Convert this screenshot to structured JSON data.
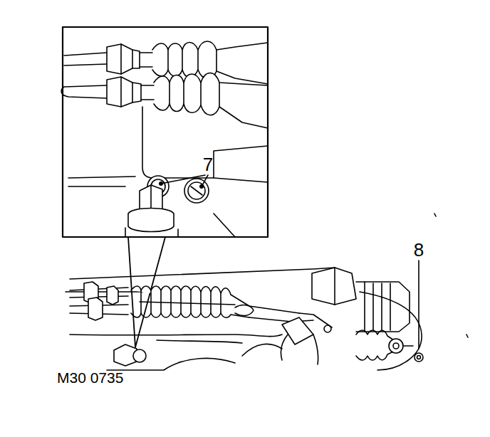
{
  "diagram": {
    "labels": [
      "7",
      "8",
      "M30 0735"
    ]
  }
}
